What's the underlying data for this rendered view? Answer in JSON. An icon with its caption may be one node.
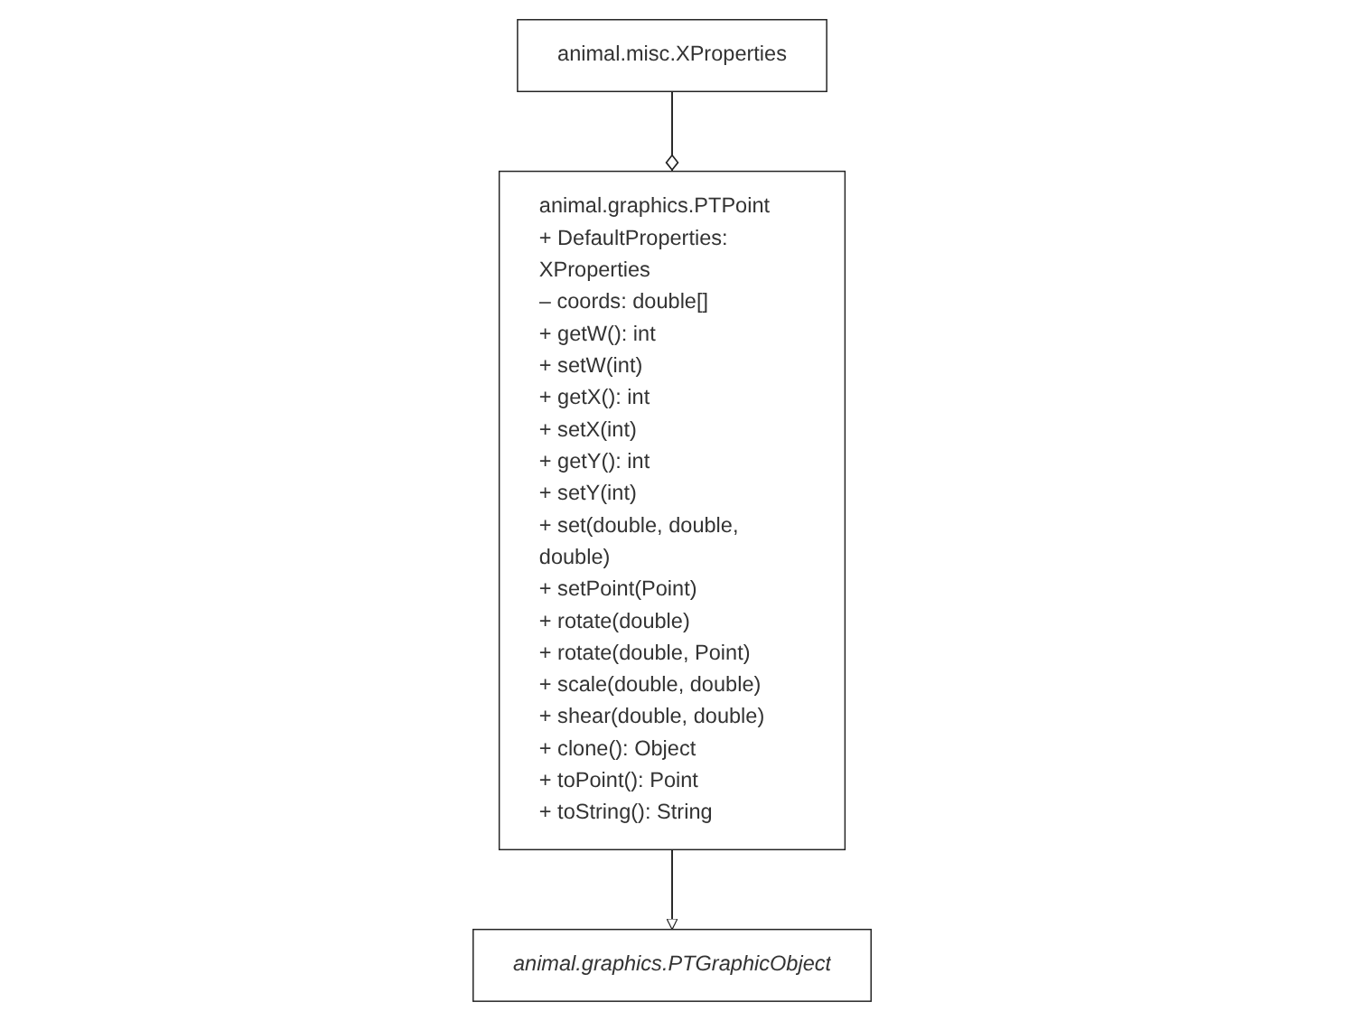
{
  "diagram": {
    "nodes": [
      {
        "text": [
          "animal.graphics.PTGraphicObject"
        ]
      },
      {
        "text": [
          "animal.graphics.PTPoint",
          "+ DefaultProperties: XProperties",
          "– coords: double[]",
          "+ getW(): int",
          "+ setW(int)",
          "+ getX(): int",
          "+ setX(int)",
          "+ getY(): int",
          "+ setY(int)",
          "+ set(double, double, double)",
          "+ setPoint(Point)",
          "+ rotate(double)",
          "+ rotate(double, Point)",
          "+ scale(double, double)",
          "+ shear(double, double)",
          "+ clone(): Object",
          "+ toPoint(): Point",
          "+ toString(): String"
        ]
      },
      {
        "text": [
          "animal.misc.XProperties"
        ]
      }
    ],
    "edges": [
      {
        "from": 1,
        "to": 0,
        "arrow": "to"
      },
      {
        "from": 2,
        "to": 1,
        "arrow": "other"
      }
    ]
  }
}
